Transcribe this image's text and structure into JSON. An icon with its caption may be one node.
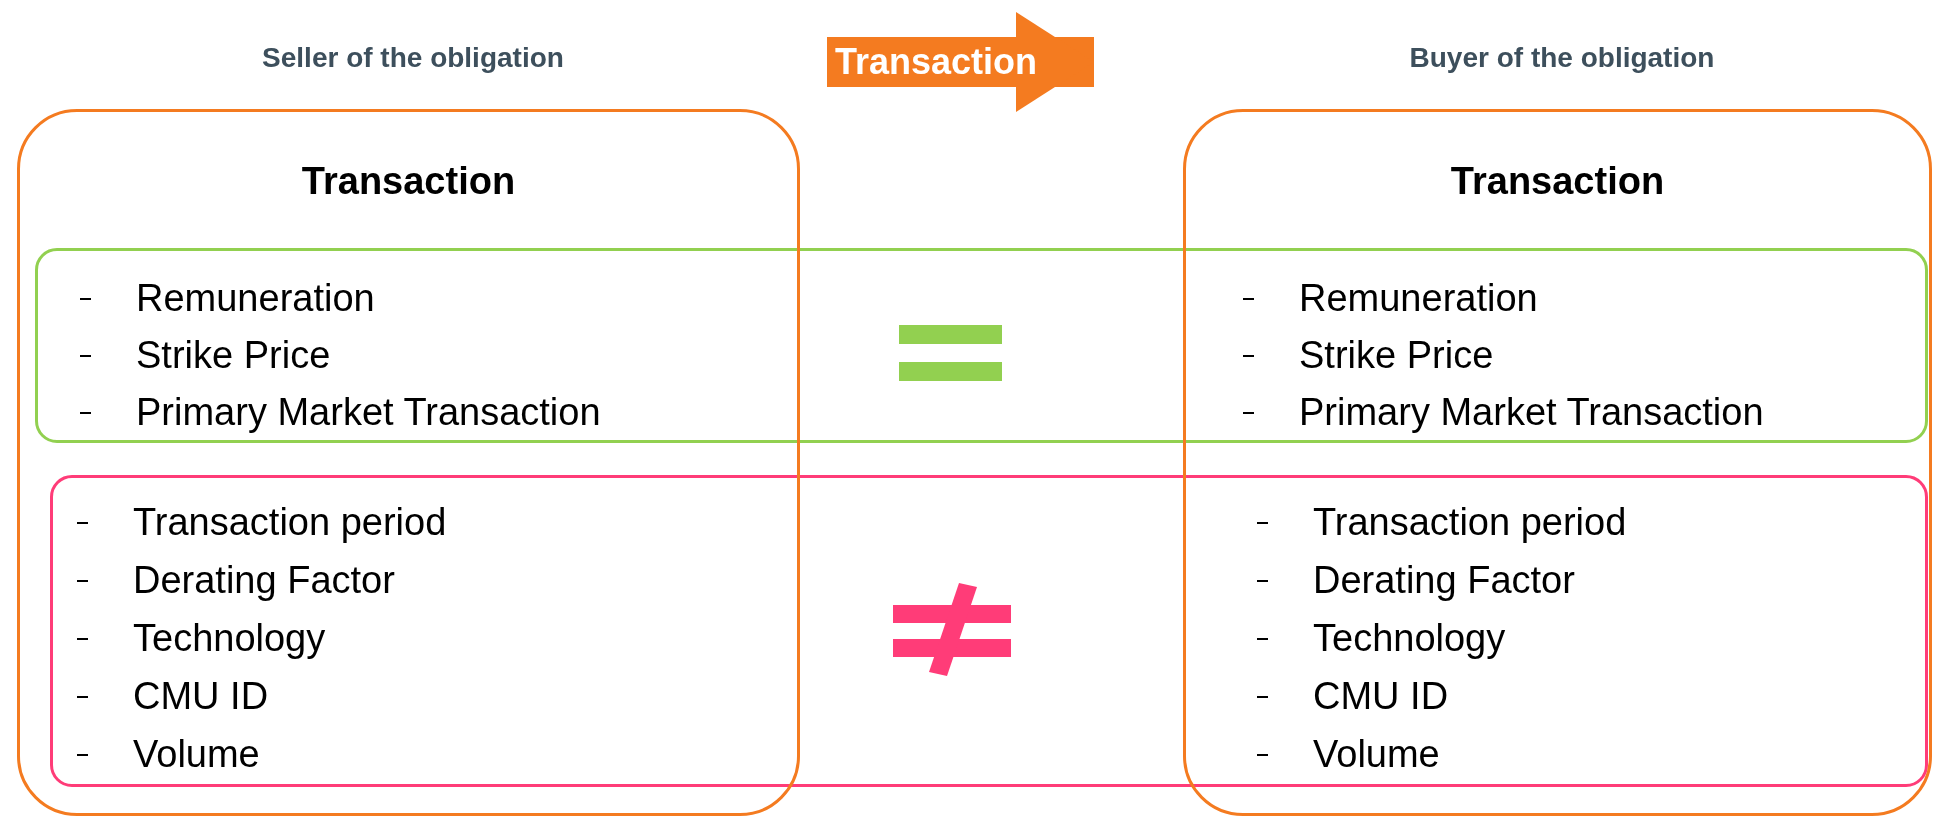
{
  "diagram": {
    "nodes": [
      {
        "text": [
          "Seller of the obligation",
          "Transaction",
          "Transaction period",
          "Derating Factor",
          "Technology",
          "CMU ID",
          "Volume"
        ]
      },
      {
        "text": [
          "Buyer of the obligation",
          "Transaction",
          "Transaction period",
          "Derating Factor",
          "Technology",
          "CMU ID",
          "Volume"
        ]
      },
      {
        "text": [
          "Remuneration",
          "Strike Price",
          "Primary Market Transaction",
          "Remuneration",
          "Strike Price",
          "Primary Market Transaction"
        ]
      },
      {
        "text": [],
        "shape": "box"
      }
    ],
    "edges": [
      {
        "from": 0,
        "to": 1,
        "arrow": "to",
        "label": "Transaction"
      }
    ]
  }
}
